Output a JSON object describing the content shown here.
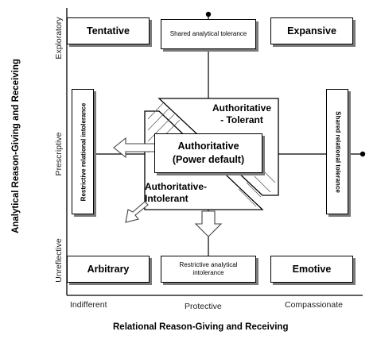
{
  "axes": {
    "x_title": "Relational Reason-Giving and Receiving",
    "y_title": "Analytical Reason-Giving and Receiving",
    "x_ticks": [
      "Indifferent",
      "Protective",
      "Compassionate"
    ],
    "y_ticks": [
      "Exploratory",
      "Prescriptive",
      "Unreflective"
    ]
  },
  "boxes": {
    "tentative": "Tentative",
    "expansive": "Expansive",
    "arbitrary": "Arbitrary",
    "emotive": "Emotive",
    "shared_analytical": "Shared analytical tolerance",
    "restrictive_analytical": "Restrictive analytical intolerance",
    "restrictive_relational": "Restrictive relational intolerance",
    "shared_relational": "Shared relational tolerance",
    "center_line1": "Authoritative",
    "center_line2": "(Power default)",
    "tolerant_line1": "Authoritative",
    "tolerant_line2": "- Tolerant",
    "intolerant_line1": "Authoritative-",
    "intolerant_line2": "Intolerant"
  }
}
